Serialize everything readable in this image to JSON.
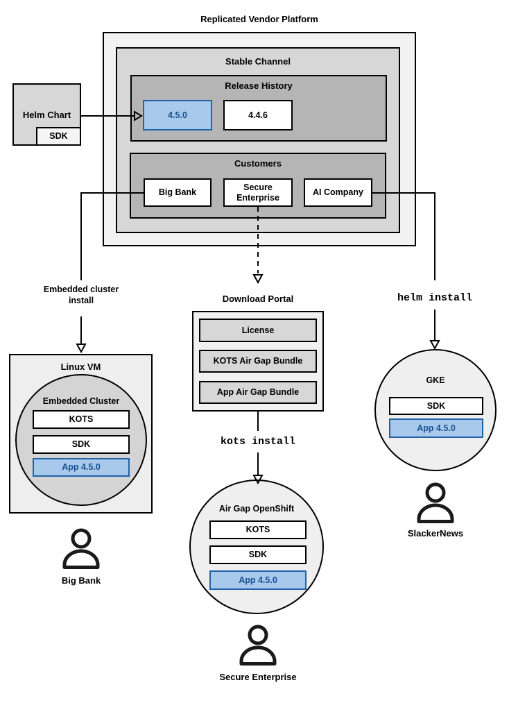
{
  "title": "Replicated Vendor Platform",
  "colors": {
    "highlight_fill": "#a8c8ec",
    "highlight_border": "#1f62a8",
    "highlight_text": "#17508f"
  },
  "platform": {
    "stable_channel": {
      "label": "Stable Channel",
      "release_history": {
        "label": "Release History",
        "releases": [
          {
            "version": "4.5.0",
            "highlight": true
          },
          {
            "version": "4.4.6",
            "highlight": false
          }
        ]
      },
      "customers": {
        "label": "Customers",
        "items": [
          {
            "name": "Big Bank"
          },
          {
            "name": "Secure Enterprise"
          },
          {
            "name": "AI Company"
          }
        ]
      }
    }
  },
  "helm_chart": {
    "label": "Helm Chart",
    "sdk": "SDK"
  },
  "left_branch": {
    "arrow_label": "Embedded cluster install",
    "vm_label": "Linux VM",
    "cluster_label": "Embedded Cluster",
    "components": [
      {
        "name": "KOTS",
        "highlight": false
      },
      {
        "name": "SDK",
        "highlight": false
      },
      {
        "name": "App 4.5.0",
        "highlight": true
      }
    ],
    "persona": "Big Bank"
  },
  "middle_branch": {
    "portal_label": "Download Portal",
    "portal_items": [
      {
        "name": "License"
      },
      {
        "name": "KOTS Air Gap Bundle"
      },
      {
        "name": "App Air Gap Bundle"
      }
    ],
    "arrow_label": "kots install",
    "cluster_label": "Air Gap OpenShift",
    "components": [
      {
        "name": "KOTS",
        "highlight": false
      },
      {
        "name": "SDK",
        "highlight": false
      },
      {
        "name": "App 4.5.0",
        "highlight": true
      }
    ],
    "persona": "Secure Enterprise"
  },
  "right_branch": {
    "arrow_label": "helm install",
    "cluster_label": "GKE",
    "components": [
      {
        "name": "SDK",
        "highlight": false
      },
      {
        "name": "App 4.5.0",
        "highlight": true
      }
    ],
    "persona": "SlackerNews"
  }
}
